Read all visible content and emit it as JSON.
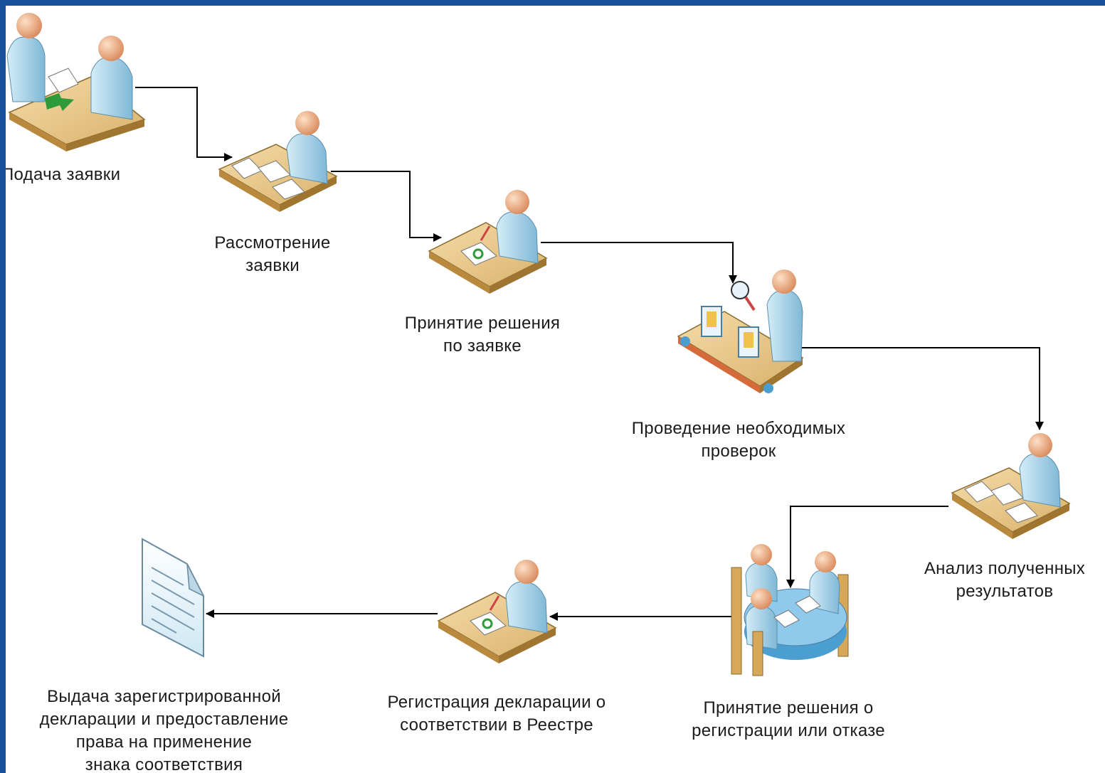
{
  "steps": [
    {
      "id": "submit",
      "lines": [
        "Подача заявки"
      ]
    },
    {
      "id": "review",
      "lines": [
        "Рассмотрение",
        "заявки"
      ]
    },
    {
      "id": "decision",
      "lines": [
        "Принятие решения",
        "по заявке"
      ]
    },
    {
      "id": "checks",
      "lines": [
        "Проведение необходимых",
        "проверок"
      ]
    },
    {
      "id": "analysis",
      "lines": [
        "Анализ полученных",
        "результатов"
      ]
    },
    {
      "id": "reg-decision",
      "lines": [
        "Принятие решения о",
        "регистрации или отказе"
      ]
    },
    {
      "id": "registration",
      "lines": [
        "Регистрация декларации о",
        "соответствии в Реестре"
      ]
    },
    {
      "id": "issue",
      "lines": [
        "Выдача зарегистрированной",
        "декларации и предоставление",
        "права на применение",
        "знака соответствия"
      ]
    }
  ],
  "colors": {
    "frame": "#1a4f9c",
    "desk": "#e8c98a",
    "person": "#a9d4ea",
    "head": "#f0b48a",
    "connector": "#000000"
  }
}
